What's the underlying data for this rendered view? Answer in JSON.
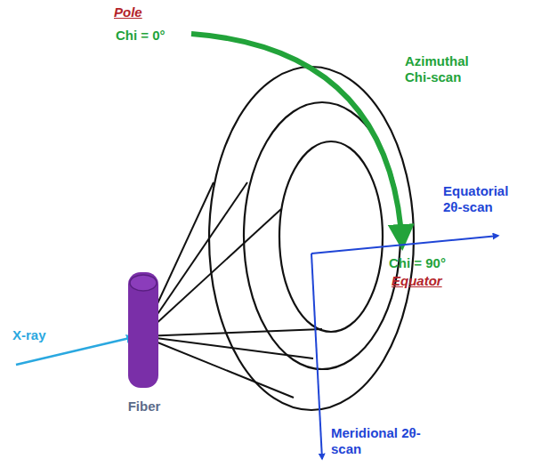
{
  "diagram": {
    "nodes": [
      {
        "text": [
          "Fiber"
        ]
      }
    ],
    "labels": [
      "Pole",
      "Chi = 0°",
      "Azimuthal Chi-scan",
      "Equatorial 2θ-scan",
      "Chi = 90°",
      "Equator",
      "X-ray",
      "Meridional 2θ-scan"
    ]
  }
}
